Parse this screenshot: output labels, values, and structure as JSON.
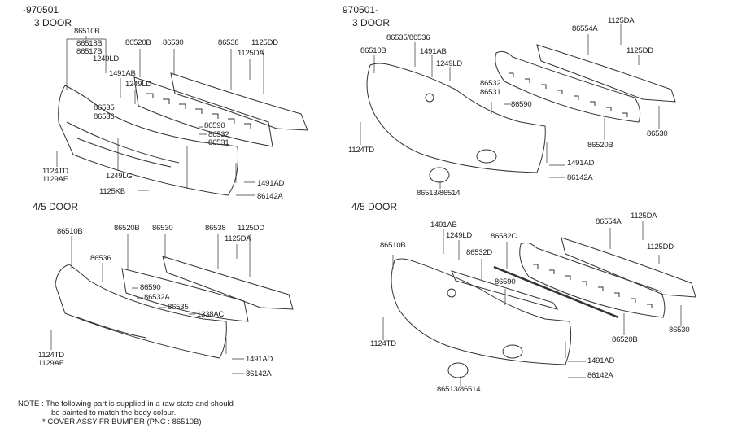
{
  "panels": [
    {
      "period": "-970501",
      "variant": "3 DOOR",
      "labels": [
        "86510B",
        "86518B",
        "86517B",
        "1249LD",
        "86520B",
        "86530",
        "86538",
        "1125DD",
        "1125DA",
        "1491AB",
        "1249LD",
        "86535",
        "86536",
        "86590",
        "86532",
        "86531",
        "1124TD",
        "1129AE",
        "1249LG",
        "1125KB",
        "1491AD",
        "86142A"
      ]
    },
    {
      "period": "970501-",
      "variant": "3 DOOR",
      "labels": [
        "86535/86536",
        "86510B",
        "1491AB",
        "1249LD",
        "86554A",
        "1125DA",
        "1125DD",
        "86532",
        "86531",
        "86590",
        "1124TD",
        "86520B",
        "86530",
        "1491AD",
        "86142A",
        "86513/86514"
      ]
    },
    {
      "variant": "4/5 DOOR",
      "labels": [
        "86510B",
        "86520B",
        "86530",
        "86538",
        "1125DD",
        "1125DA",
        "86536",
        "86590",
        "86532A",
        "86535",
        "1338AC",
        "1124TD",
        "1129AE",
        "1491AD",
        "86142A"
      ]
    },
    {
      "variant": "4/5 DOOR",
      "labels": [
        "1491AB",
        "1249LD",
        "86510B",
        "86532D",
        "86582C",
        "86554A",
        "1125DA",
        "1125DD",
        "86590",
        "1124TD",
        "86520B",
        "86530",
        "1491AD",
        "86142A",
        "86513/86514"
      ]
    }
  ],
  "note": {
    "line1": "NOTE : The following part is supplied in a raw state and should",
    "line2": "be painted to match the body colour.",
    "line3": "* COVER ASSY-FR BUMPER (PNC : 86510B)"
  }
}
